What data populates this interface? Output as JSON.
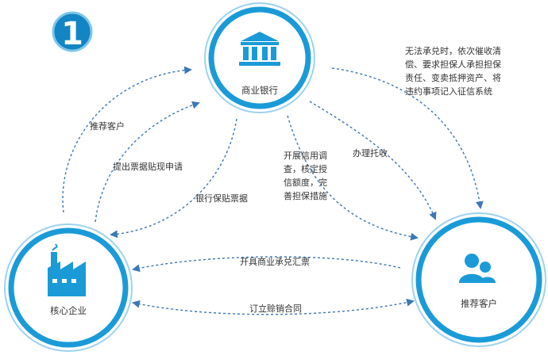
{
  "step_badge": "1",
  "colors": {
    "primary": "#1a9bd8",
    "ring": "#9ed2ee",
    "arrow": "#3a78b8",
    "badge": "#1384c4"
  },
  "nodes": {
    "bank": {
      "label": "商业银行",
      "icon": "bank-icon"
    },
    "enterprise": {
      "label": "核心企业",
      "icon": "factory-icon"
    },
    "client": {
      "label": "推荐客户",
      "icon": "users-icon"
    }
  },
  "edges": {
    "recommend": "推荐客户",
    "discount_request": "提出票据贴现申请",
    "bank_guarantee": "银行保贴票据",
    "credit_check": [
      "开展信用调",
      "查，核定授",
      "信额度，完",
      "善担保措施"
    ],
    "entrust": "办理托收",
    "default_action": [
      "无法承兑时，依次催收清",
      "偿、要求担保人承担担保",
      "责任、变卖抵押资产、将",
      "违约事项记入征信系统"
    ],
    "acceptance_bill": "开具商业承兑汇票",
    "sales_contract": "订立赊销合同"
  }
}
